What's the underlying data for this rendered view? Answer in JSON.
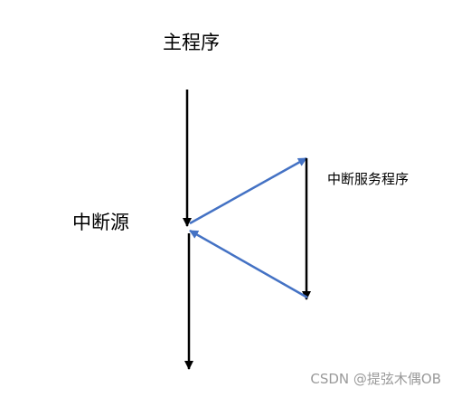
{
  "labels": {
    "main_program": "主程序",
    "interrupt_service_routine": "中断服务程序",
    "interrupt_source": "中断源"
  },
  "watermark": "CSDN @提弦木偶OB",
  "colors": {
    "main_flow": "#000000",
    "interrupt_flow": "#4472c4",
    "background": "#ffffff"
  }
}
